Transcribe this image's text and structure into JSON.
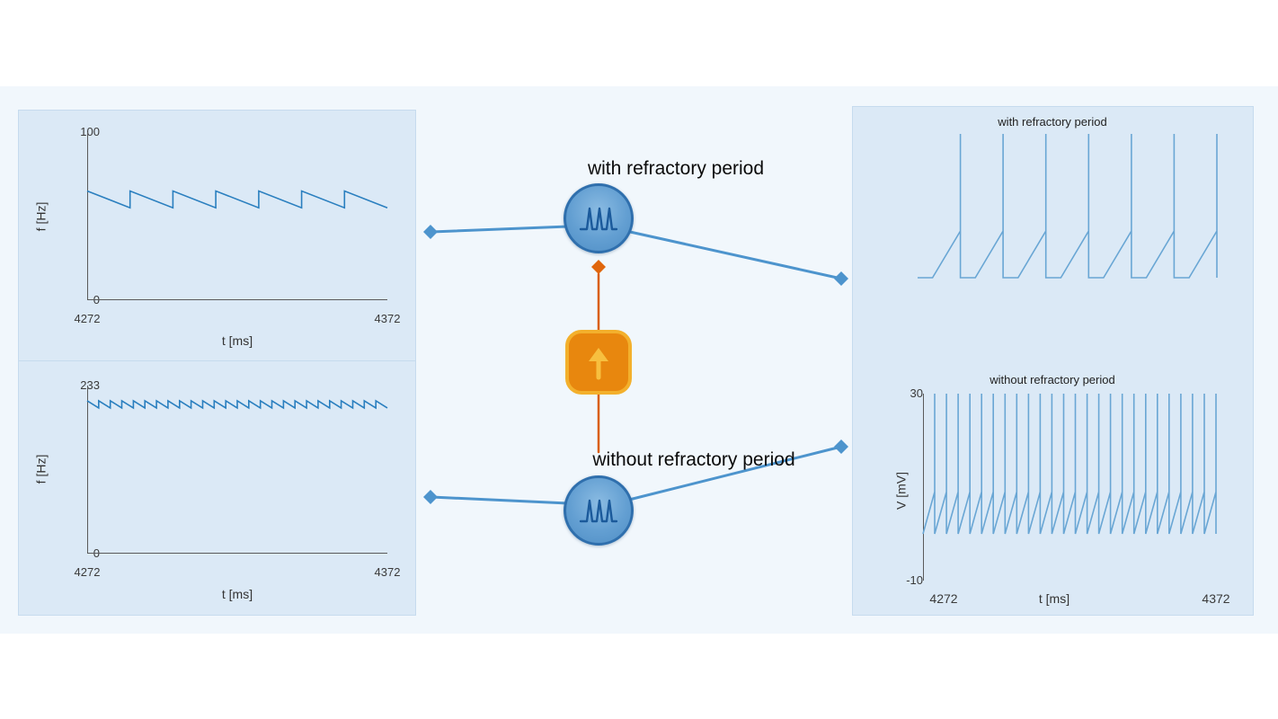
{
  "canvas": {
    "page_bg": "#ffffff",
    "workspace_bg": "#f1f7fc"
  },
  "nodes": {
    "neuron_with": {
      "label": "with refractory period"
    },
    "neuron_without": {
      "label": "without refractory period"
    }
  },
  "plots": {
    "rate_with": {
      "y_max": "100",
      "y_min": "0",
      "x_min": "4272",
      "x_max": "4372",
      "xlabel": "t [ms]",
      "ylabel": "f [Hz]"
    },
    "rate_without": {
      "y_max": "233",
      "y_min": "0",
      "x_min": "4272",
      "x_max": "4372",
      "xlabel": "t [ms]",
      "ylabel": "f [Hz]"
    },
    "voltage": {
      "title_with": "with refractory period",
      "title_without": "without refractory period",
      "y_max": "30",
      "y_min": "-10",
      "x_min": "4272",
      "x_max": "4372",
      "xlabel": "t [ms]",
      "ylabel": "V [mV]"
    }
  },
  "colors": {
    "panel_bg": "#dbe9f6",
    "panel_border": "#c6dbee",
    "trace_dark": "#2a7fbf",
    "trace_light": "#69a6d4",
    "edge_blue": "#4d94cd",
    "edge_orange": "#d95f0e",
    "neuron_fill": "#639fd2",
    "neuron_border": "#2f6fad",
    "generator_fill": "#e8870e",
    "generator_border": "#f3b02c"
  },
  "chart_data": [
    {
      "id": "rate_with",
      "type": "line",
      "waveform": "sawtooth",
      "title": "",
      "xlabel": "t [ms]",
      "ylabel": "f [Hz]",
      "x_range": [
        4272,
        4372
      ],
      "y_range": [
        0,
        100
      ],
      "teeth": 7,
      "peak": 65,
      "trough": 55,
      "color": "#2a7fbf"
    },
    {
      "id": "rate_without",
      "type": "line",
      "waveform": "sawtooth",
      "title": "",
      "xlabel": "t [ms]",
      "ylabel": "f [Hz]",
      "x_range": [
        4272,
        4372
      ],
      "y_range": [
        0,
        233
      ],
      "teeth": 26,
      "peak": 212,
      "trough": 202,
      "color": "#2a7fbf"
    },
    {
      "id": "v_with",
      "type": "line",
      "waveform": "spikes",
      "title": "with refractory period",
      "xlabel": "t [ms]",
      "ylabel": "V [mV]",
      "x_range": [
        4272,
        4372
      ],
      "y_range": [
        -10,
        30
      ],
      "spikes": 7,
      "reset": -10,
      "threshold": 3,
      "peak": 30,
      "refractory": 0.35,
      "color": "#69a6d4"
    },
    {
      "id": "v_without",
      "type": "line",
      "waveform": "spikes",
      "title": "without refractory period",
      "xlabel": "t [ms]",
      "ylabel": "V [mV]",
      "x_range": [
        4272,
        4372
      ],
      "y_range": [
        -10,
        30
      ],
      "spikes": 25,
      "reset": 0,
      "threshold": 9,
      "peak": 30,
      "refractory": 0,
      "color": "#69a6d4"
    }
  ]
}
